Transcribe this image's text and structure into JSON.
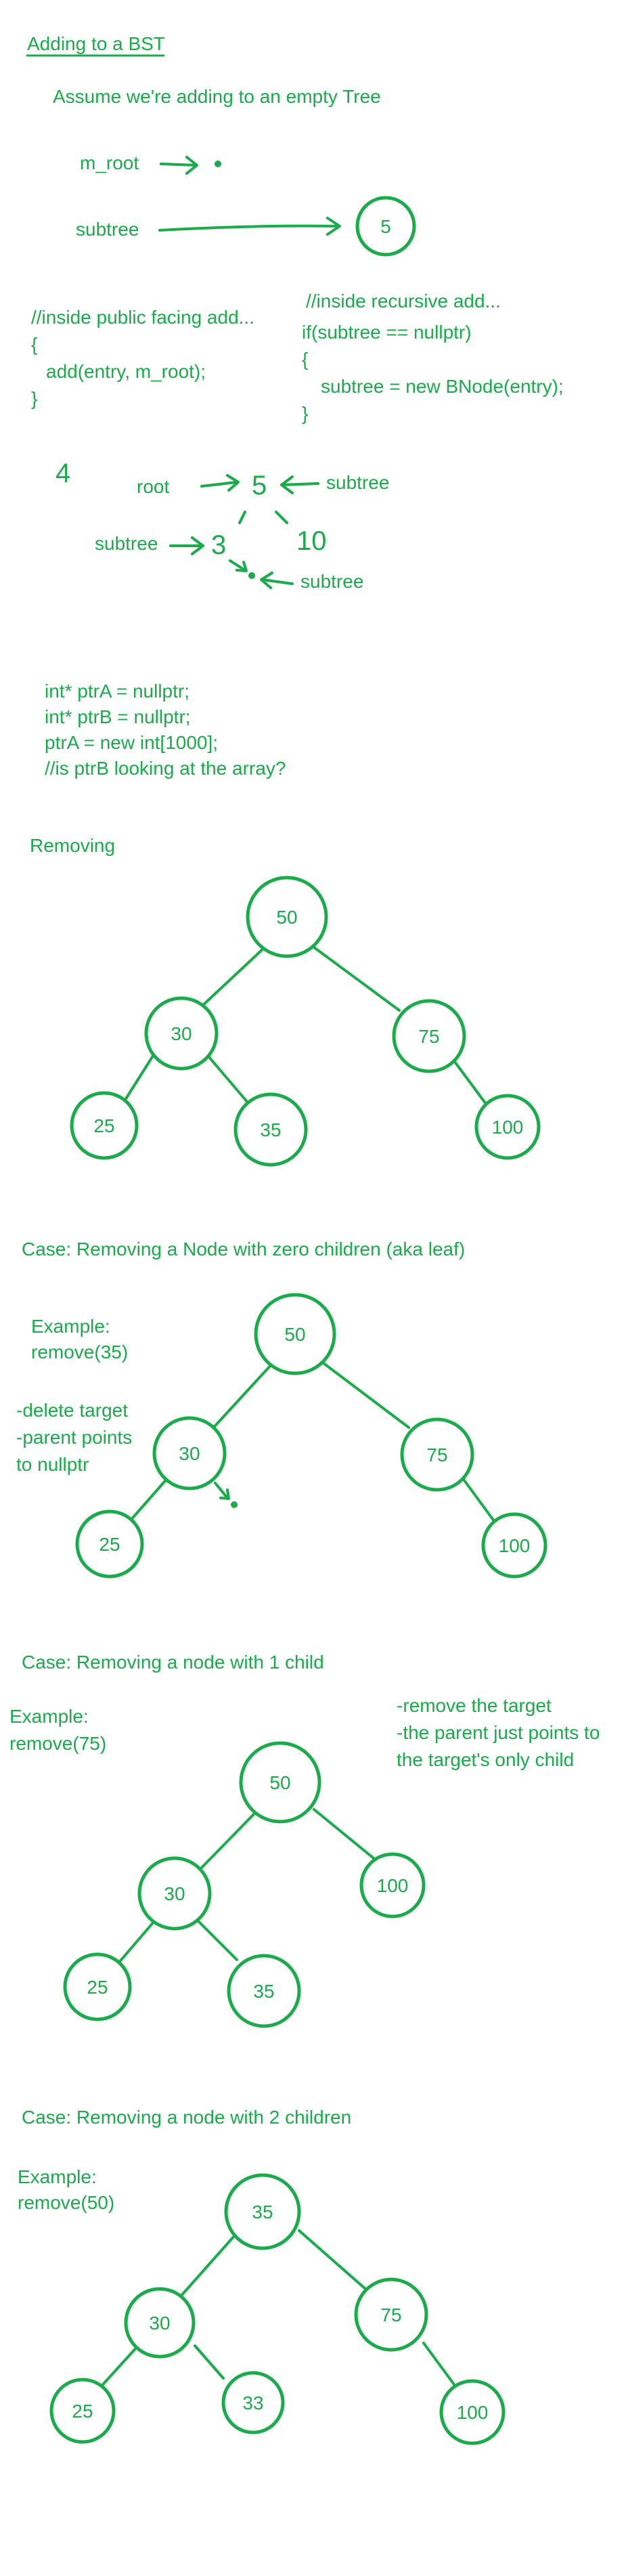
{
  "colors": {
    "ink": "#1aab4b",
    "background": "#ffffff"
  },
  "section1": {
    "title": "Adding to a BST",
    "subtitle": "Assume we're adding to an empty Tree",
    "m_root_label": "m_root",
    "subtree_label": "subtree",
    "node_value": "5",
    "public_add": [
      "//inside public facing add...",
      "{",
      "add(entry, m_root);",
      "}"
    ],
    "recursive_add": [
      "//inside recursive add...",
      "if(subtree == nullptr)",
      "{",
      "subtree = new BNode(entry);",
      "}"
    ]
  },
  "sketch": {
    "number_4": "4",
    "root_label": "root",
    "node_5": "5",
    "subtree_right": "subtree",
    "node_10": "10",
    "subtree_left": "subtree",
    "node_3": "3",
    "subtree_bottom": "subtree"
  },
  "pointer_code": [
    "int* ptrA = nullptr;",
    "int* ptrB = nullptr;",
    "ptrA = new int[1000];",
    "//is ptrB looking at the array?"
  ],
  "removing": {
    "title": "Removing",
    "tree": {
      "root": "50",
      "l": "30",
      "r": "75",
      "ll": "25",
      "lr": "35",
      "rr": "100"
    }
  },
  "case_zero": {
    "title": "Case: Removing a Node with zero children (aka leaf)",
    "example": [
      "Example:",
      "remove(35)"
    ],
    "notes": [
      "-delete target",
      "-parent points",
      "to nullptr"
    ],
    "tree": {
      "root": "50",
      "l": "30",
      "r": "75",
      "ll": "25",
      "rr": "100"
    }
  },
  "case_one": {
    "title": "Case: Removing a node with 1 child",
    "example": [
      "Example:",
      "remove(75)"
    ],
    "notes": [
      "-remove the target",
      "-the parent just points to",
      "the target's only child"
    ],
    "tree": {
      "root": "50",
      "l": "30",
      "r": "100",
      "ll": "25",
      "lr": "35"
    }
  },
  "case_two": {
    "title": "Case: Removing a node with 2 children",
    "example": [
      "Example:",
      "remove(50)"
    ],
    "tree": {
      "root": "35",
      "l": "30",
      "r": "75",
      "ll": "25",
      "lr": "33",
      "rr": "100"
    }
  }
}
